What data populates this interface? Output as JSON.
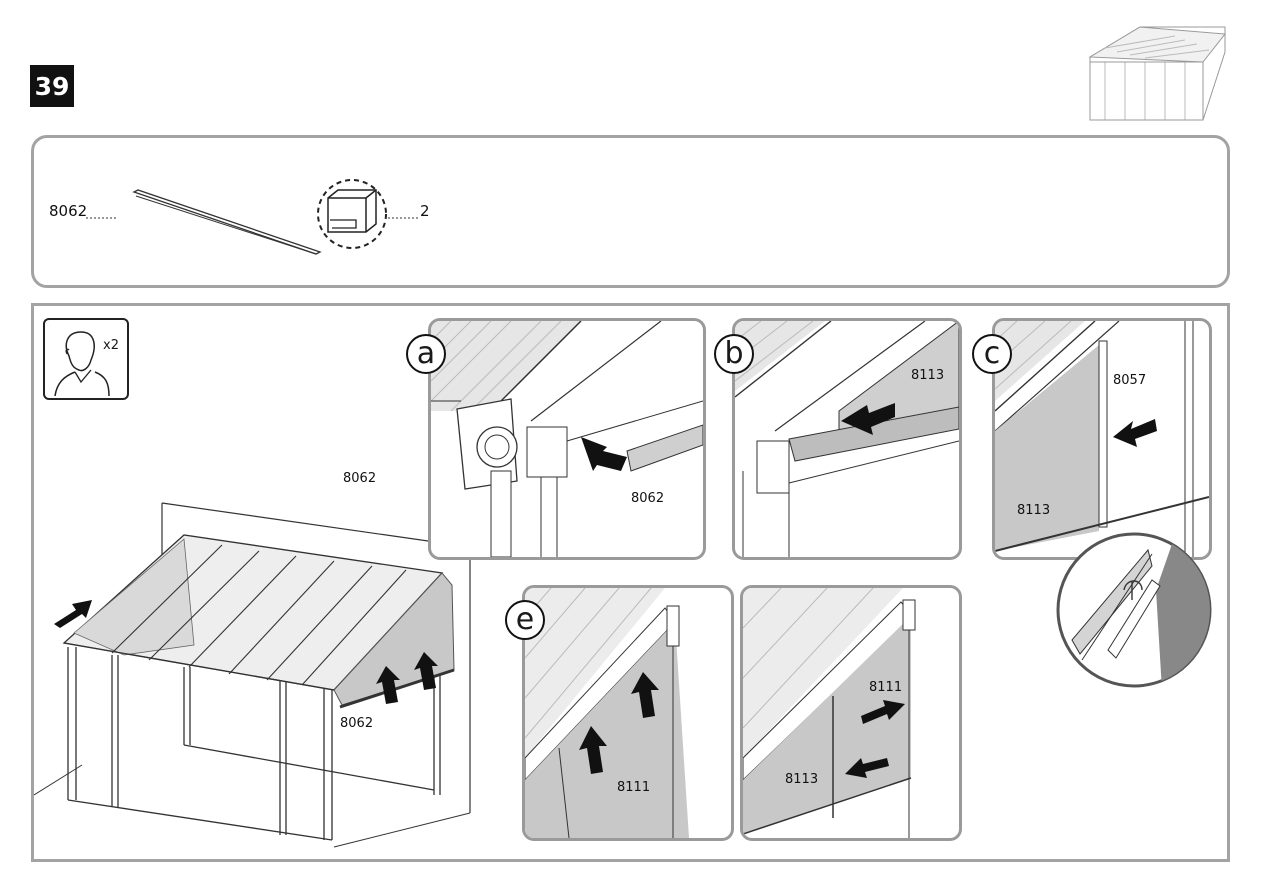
{
  "step": {
    "number": "39"
  },
  "parts": {
    "part_id": "8062",
    "quantity": "2"
  },
  "people": {
    "count": "x2"
  },
  "overview": {
    "label_top": "8062",
    "label_bottom": "8062"
  },
  "panels": {
    "a": {
      "letter": "a",
      "label": "8062"
    },
    "b": {
      "letter": "b",
      "label": "8113"
    },
    "c": {
      "letter": "c",
      "label_top": "8057",
      "label_bottom": "8113"
    },
    "e": {
      "letter": "e",
      "label": "8111"
    },
    "f": {
      "label_top": "8111",
      "label_bottom": "8113"
    }
  },
  "icons": [
    "shed-thumbnail-icon",
    "person-icon",
    "arrow-icon",
    "zoom-circle-icon"
  ],
  "colors": {
    "panel_gray": "#c8c8c8",
    "frame_border": "#a3a3a3",
    "badge": "#111111"
  }
}
